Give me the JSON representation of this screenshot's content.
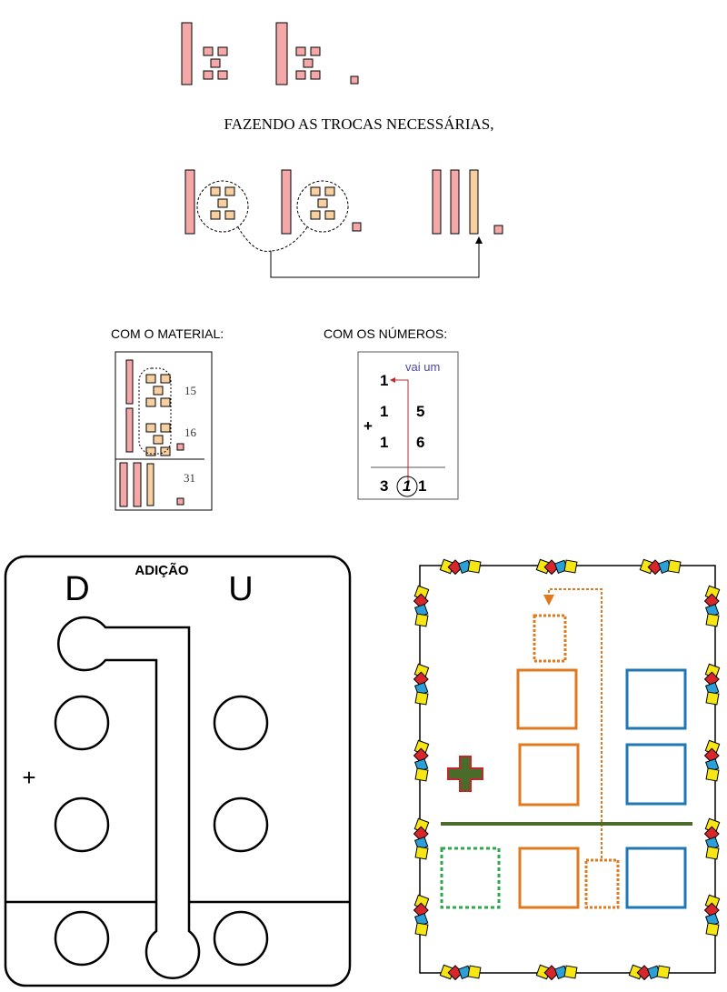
{
  "top": {
    "caption": "FAZENDO AS TROCAS NECESSÁRIAS,"
  },
  "material": {
    "title": "COM O MATERIAL:",
    "n1": "15",
    "n2": "16",
    "result": "31"
  },
  "numbers": {
    "title": "COM OS NÚMEROS:",
    "carry_label": "vai um",
    "carry": "1",
    "plus": "+",
    "a_tens": "1",
    "a_units": "5",
    "b_tens": "1",
    "b_units": "6",
    "r_tens": "3",
    "r_crossed": "1",
    "r_units": "1"
  },
  "board_left": {
    "title": "ADIÇÃO",
    "col_tens": "D",
    "col_units": "U",
    "plus": "+"
  },
  "colors": {
    "pink": "#f4a8a8",
    "beige": "#f8cfa0",
    "orange": "#e07a1f",
    "blue": "#1f77b4",
    "green": "#4a6b2a"
  }
}
